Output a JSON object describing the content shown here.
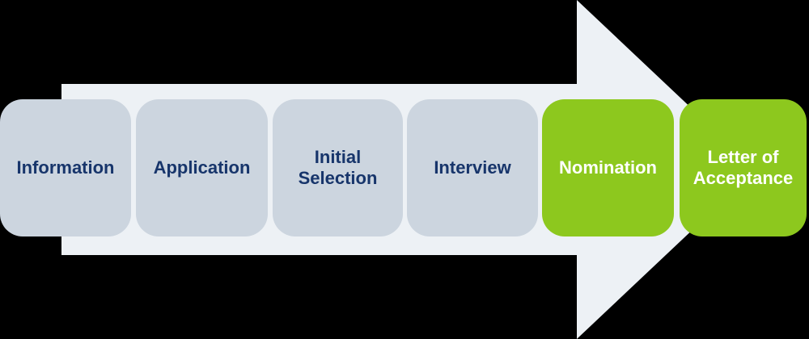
{
  "diagram": {
    "type": "process-arrow-flow",
    "background_color": "#000000",
    "arrow_color": "#EDF1F5",
    "step_default_color": "#CCD5DF",
    "step_highlight_color": "#8DC81E",
    "steps": [
      {
        "label": "Information",
        "box_color": "#CCD5DF",
        "text_color": "#17356B"
      },
      {
        "label": "Application",
        "box_color": "#CCD5DF",
        "text_color": "#17356B"
      },
      {
        "label": "Initial Selection",
        "box_color": "#CCD5DF",
        "text_color": "#17356B"
      },
      {
        "label": "Interview",
        "box_color": "#CCD5DF",
        "text_color": "#17356B"
      },
      {
        "label": "Nomination",
        "box_color": "#8DC81E",
        "text_color": "#FFFFFF"
      },
      {
        "label": "Letter of Acceptance",
        "box_color": "#8DC81E",
        "text_color": "#FFFFFF"
      }
    ]
  }
}
